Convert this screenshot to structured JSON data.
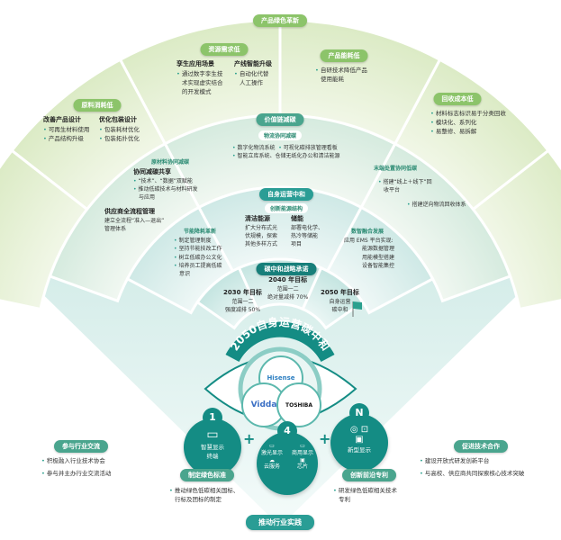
{
  "outer": {
    "title": "产品绿色革新",
    "raw": {
      "label": "原料消耗低",
      "c1_title": "改善产品设计",
      "c1": [
        "可再生材料使用",
        "产品结构升级"
      ],
      "c2_title": "优化包装设计",
      "c2": [
        "包装耗材优化",
        "包装拓扑优化"
      ]
    },
    "resource": {
      "label": "资源需求低",
      "c1_title": "孪生应用场景",
      "c1": [
        "通过数字孪生技",
        "术实现虚实结合",
        "的开发模式"
      ],
      "c2_title": "产线智能升级",
      "c2": [
        "自动化代替",
        "人工操作"
      ]
    },
    "energy": {
      "label": "产品能耗低",
      "items": [
        "自研技术降低产品",
        "使用能耗"
      ]
    },
    "recycle": {
      "label": "回收成本低",
      "items": [
        "材料标志标识易于分类回收",
        "模块化、系列化",
        "易整修、易拆解"
      ]
    }
  },
  "value": {
    "title": "价值链减碳",
    "logistics": {
      "label": "物流协同减碳",
      "items": [
        "数字化物流系统",
        "可视化碳排放管理看板",
        "智能立库系统、仓储无纸化办公和清洁能源"
      ]
    },
    "material": {
      "label": "原材料协同减碳",
      "t1": "协同减碳共享",
      "items": [
        "“技术”、“数据”双赋能",
        "推动低碳技术与材料研发",
        "与应用"
      ],
      "t2": "供应商全流程管理",
      "t2_text": [
        "建立全流程“准入—退出”",
        "管理体系"
      ]
    },
    "end": {
      "label": "末端处置协同低碳",
      "items": [
        "搭建“线上＋线下”回",
        "收平台",
        "搭建逆向物流回收体系"
      ]
    }
  },
  "self": {
    "title": "自身运营中和",
    "saving": {
      "label": "节能降耗革新",
      "items": [
        "制定管理制度",
        "坚持节能技改工作",
        "树立低碳办公文化",
        "培养员工提高低碳",
        "意识"
      ]
    },
    "structure": {
      "label": "创新能源结构",
      "c1_title": "清洁能源",
      "c1": [
        "扩大分布式光",
        "伏规模，探索",
        "其他多样方式"
      ],
      "c2_title": "储能",
      "c2": [
        "部署电化学、",
        "热冷等储能",
        "项目"
      ]
    },
    "digital": {
      "label": "数智融合发展",
      "intro": "应用 EMS 平台实现:",
      "items": [
        "能源数据管理",
        "用能模型搭建",
        "设备智能集控"
      ]
    }
  },
  "commit": {
    "title": "碳中和战略承诺",
    "g2030": {
      "title": "2030 年目标",
      "l1": "范围一二",
      "l2": "强度减排 50%"
    },
    "g2040": {
      "title": "2040 年目标",
      "l1": "范围一二",
      "l2": "绝对量减排 70%"
    },
    "g2050": {
      "title": "2050 年目标",
      "l1": "自身运营",
      "l2": "碳中和"
    }
  },
  "core": {
    "arc_title": "2050自身运营碳中和",
    "brands": [
      "Hisense",
      "Vidda",
      "TOSHIBA"
    ],
    "one": {
      "num": "1",
      "label": [
        "智慧显示",
        "终端"
      ]
    },
    "four": {
      "num": "4",
      "items": [
        "激光显示",
        "商用显示",
        "云服务",
        "芯片"
      ]
    },
    "n": {
      "num": "N",
      "label": "新型显示"
    },
    "plus": "+"
  },
  "bottom": {
    "title": "推动行业实践",
    "exchange": {
      "label": "参与行业交流",
      "items": [
        "积极融入行业技术协会",
        "参与并主办行业交流活动"
      ]
    },
    "standard": {
      "label": "制定绿色标准",
      "items": [
        "推动绿色低碳相关国标、",
        "行标及团标的制定"
      ]
    },
    "patent": {
      "label": "创新前沿专利",
      "items": [
        "研发绿色低碳相关技术",
        "专利"
      ]
    },
    "coop": {
      "label": "促进技术合作",
      "items": [
        "建设开放式研发创新平台",
        "与高校、供应商共同探索核心技术突破"
      ]
    }
  },
  "colors": {
    "teal": "#148c84",
    "light_green": "#8cc46a",
    "mid": "#4aa58e"
  }
}
